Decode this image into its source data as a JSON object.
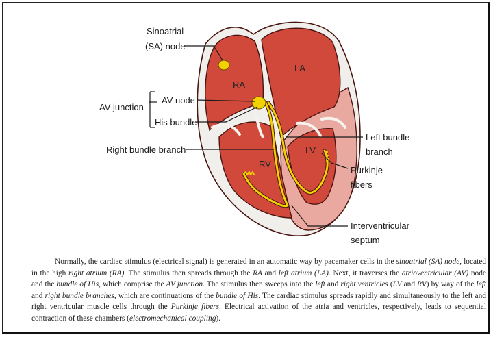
{
  "labels": {
    "sa_node_line1": "Sinoatrial",
    "sa_node_line2": "(SA) node",
    "av_junction": "AV junction",
    "av_node": "AV node",
    "his_bundle": "His bundle",
    "right_bundle_branch": "Right bundle branch",
    "left_bundle_line1": "Left bundle",
    "left_bundle_line2": "branch",
    "purkinje_line1": "Purkinje",
    "purkinje_line2": "fibers",
    "septum_line1": "Interventricular",
    "septum_line2": "septum"
  },
  "chambers": {
    "ra": "RA",
    "la": "LA",
    "rv": "RV",
    "lv": "LV"
  },
  "colors": {
    "myocardium": "#d1493b",
    "outer_wall": "#f0f0ee",
    "lv_wall": "#e9a8a0",
    "conduction": "#f1d100",
    "outline": "#5b1510"
  },
  "caption": [
    {
      "t": "Normally, the cardiac stimulus (electrical signal) is generated in an automatic way by pacemaker cells in the ",
      "i": false
    },
    {
      "t": "sinoatrial (SA) node",
      "i": true
    },
    {
      "t": ", located in the high ",
      "i": false
    },
    {
      "t": "right atrium (RA)",
      "i": true
    },
    {
      "t": ". The stimulus then spreads through the ",
      "i": false
    },
    {
      "t": "RA",
      "i": true
    },
    {
      "t": " and ",
      "i": false
    },
    {
      "t": "left atrium (LA)",
      "i": true
    },
    {
      "t": ". Next, it traverses the ",
      "i": false
    },
    {
      "t": "atrioventricular (AV)",
      "i": true
    },
    {
      "t": " node and the ",
      "i": false
    },
    {
      "t": "bundle of His",
      "i": true
    },
    {
      "t": ", which comprise the ",
      "i": false
    },
    {
      "t": "AV junction",
      "i": true
    },
    {
      "t": ". The stimulus then sweeps into the ",
      "i": false
    },
    {
      "t": "left",
      "i": true
    },
    {
      "t": " and ",
      "i": false
    },
    {
      "t": "right ventricles",
      "i": true
    },
    {
      "t": " (",
      "i": false
    },
    {
      "t": "LV",
      "i": true
    },
    {
      "t": " and ",
      "i": false
    },
    {
      "t": "RV",
      "i": true
    },
    {
      "t": ") by way of the ",
      "i": false
    },
    {
      "t": "left",
      "i": true
    },
    {
      "t": " and ",
      "i": false
    },
    {
      "t": "right bundle branches",
      "i": true
    },
    {
      "t": ", which are continuations of the ",
      "i": false
    },
    {
      "t": "bundle of His",
      "i": true
    },
    {
      "t": ". The cardiac stimulus spreads rapidly and simultaneously to the left and right ventricular muscle cells through the ",
      "i": false
    },
    {
      "t": "Purkinje fibers",
      "i": true
    },
    {
      "t": ". Electrical activation of the atria and ventricles, respectively, leads to sequential contraction of these chambers (",
      "i": false
    },
    {
      "t": "electromechanical coupling",
      "i": true
    },
    {
      "t": ").",
      "i": false
    }
  ]
}
